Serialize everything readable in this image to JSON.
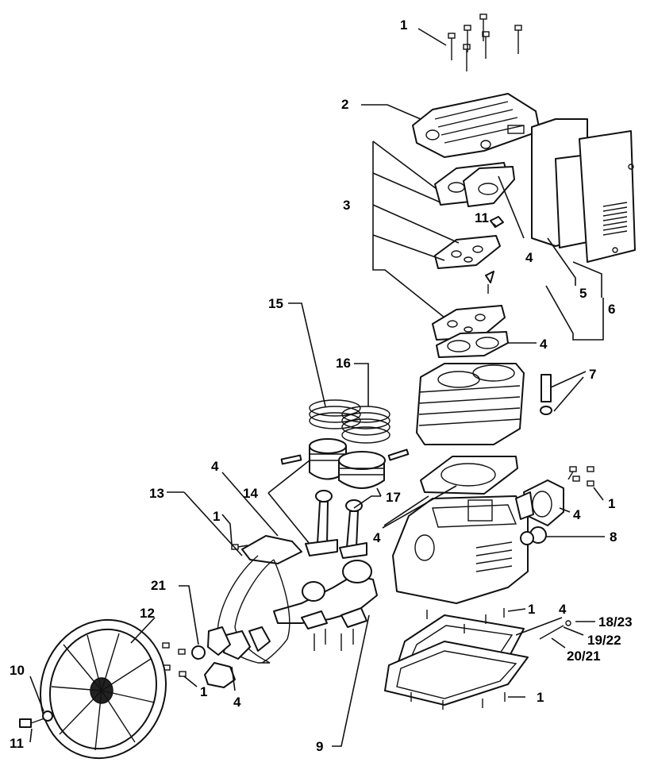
{
  "callouts": [
    {
      "id": "c1a",
      "text": "1"
    },
    {
      "id": "c2",
      "text": "2"
    },
    {
      "id": "c4a",
      "text": "4"
    },
    {
      "id": "c3",
      "text": "3"
    },
    {
      "id": "c11a",
      "text": "11"
    },
    {
      "id": "c5",
      "text": "5"
    },
    {
      "id": "c6",
      "text": "6"
    },
    {
      "id": "c4b",
      "text": "4"
    },
    {
      "id": "c15",
      "text": "15"
    },
    {
      "id": "c16",
      "text": "16"
    },
    {
      "id": "c7",
      "text": "7"
    },
    {
      "id": "c4c",
      "text": "4"
    },
    {
      "id": "c14",
      "text": "14"
    },
    {
      "id": "c13",
      "text": "13"
    },
    {
      "id": "c1b",
      "text": "1"
    },
    {
      "id": "c17",
      "text": "17"
    },
    {
      "id": "c4d",
      "text": "4"
    },
    {
      "id": "c1c",
      "text": "1"
    },
    {
      "id": "c4e",
      "text": "4"
    },
    {
      "id": "c8",
      "text": "8"
    },
    {
      "id": "c21",
      "text": "21"
    },
    {
      "id": "c12",
      "text": "12"
    },
    {
      "id": "c1d",
      "text": "1"
    },
    {
      "id": "c4f",
      "text": "4"
    },
    {
      "id": "c18_23",
      "text": "18/23"
    },
    {
      "id": "c19_22",
      "text": "19/22"
    },
    {
      "id": "c20_21",
      "text": "20/21"
    },
    {
      "id": "c10",
      "text": "10"
    },
    {
      "id": "c1e",
      "text": "1"
    },
    {
      "id": "c4g",
      "text": "4"
    },
    {
      "id": "c1f",
      "text": "1"
    },
    {
      "id": "c11b",
      "text": "11"
    },
    {
      "id": "c9",
      "text": "9"
    }
  ]
}
